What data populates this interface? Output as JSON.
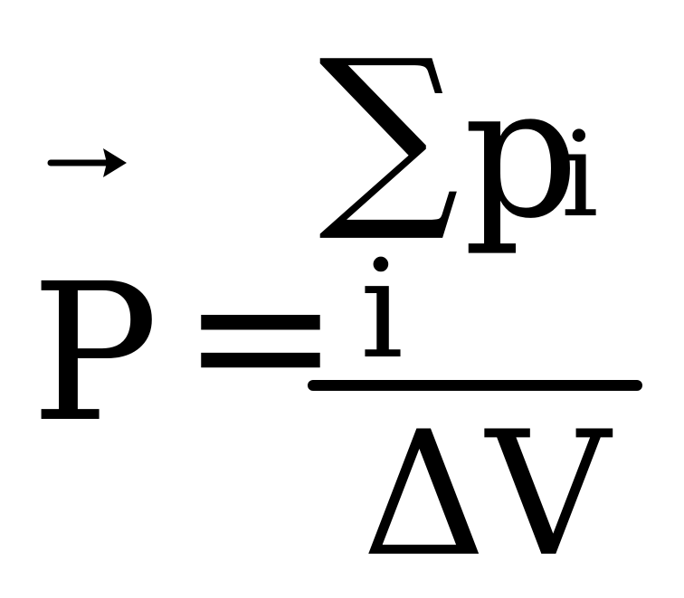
{
  "formula": {
    "arrow": "→",
    "sum_sign": "∑",
    "numerator_var": "p",
    "numerator_subscript": "i",
    "lhs": "P",
    "equals": "=",
    "fraction_numerator": "i",
    "denominator": "ΔV"
  },
  "colors": {
    "ink": "#000000",
    "background": "#ffffff"
  }
}
